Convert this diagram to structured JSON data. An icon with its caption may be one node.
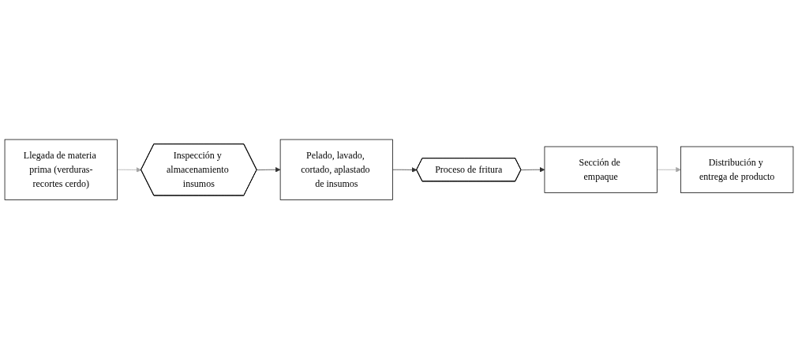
{
  "diagram": {
    "nodes": [
      {
        "text": [
          "Llegada de materia prima (verduras-recortes cerdo)"
        ]
      },
      {
        "text": [
          "Inspección y almacenamiento insumos"
        ]
      },
      {
        "text": [
          "Pelado, lavado, cortado, aplastado de insumos"
        ]
      },
      {
        "text": [
          "Proceso de fritura"
        ]
      },
      {
        "text": [
          "Sección de empaque"
        ]
      },
      {
        "text": [
          "Distribución y entrega de producto"
        ]
      }
    ],
    "edges": [
      {
        "from": 0,
        "to": 1,
        "arrow": "to",
        "color": "#a6a6a6"
      },
      {
        "from": 1,
        "to": 2,
        "arrow": "to"
      },
      {
        "from": 2,
        "to": 3,
        "arrow": "to"
      },
      {
        "from": 3,
        "to": 4,
        "arrow": "to"
      },
      {
        "from": 4,
        "to": 5,
        "arrow": "to",
        "color": "#a6a6a6"
      }
    ]
  }
}
